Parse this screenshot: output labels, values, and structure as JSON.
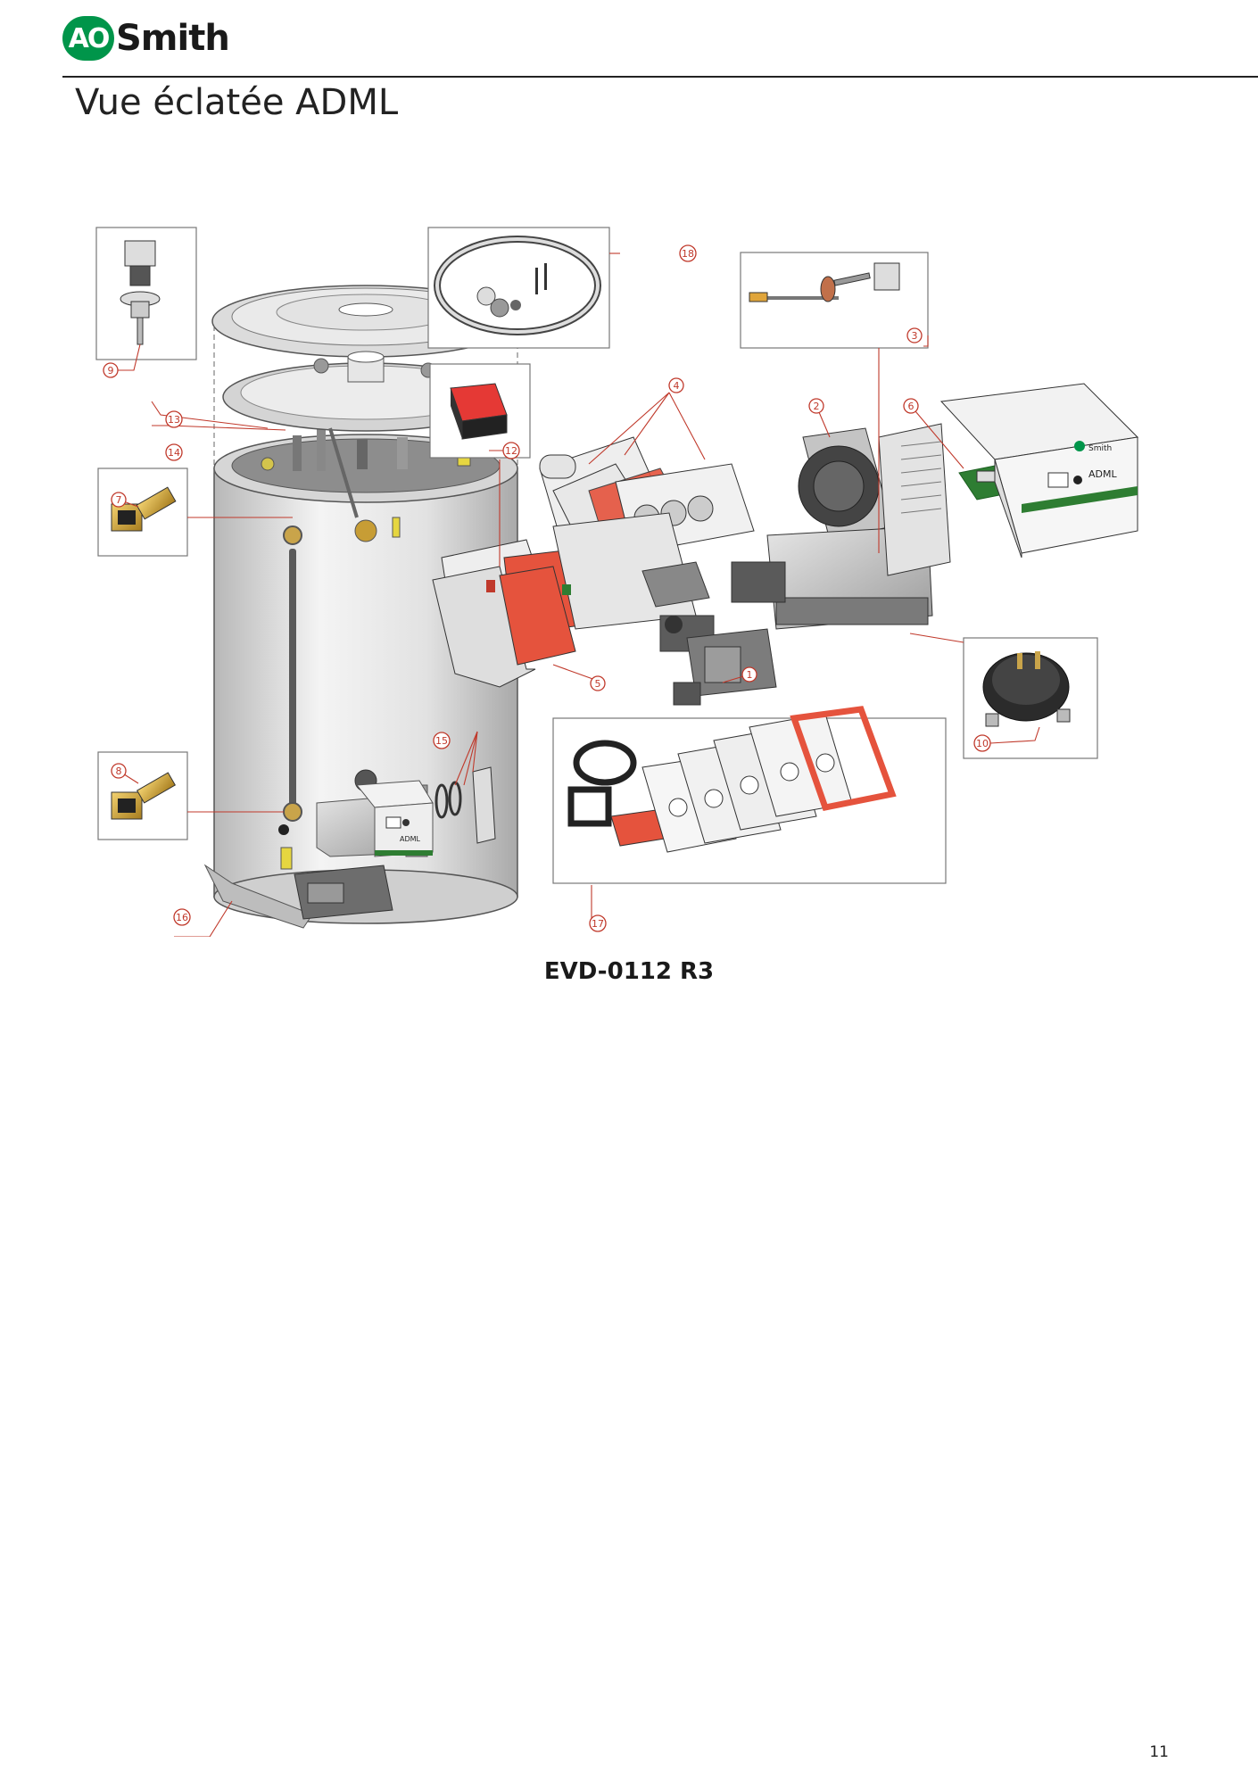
{
  "header": {
    "brand_ao": "AO",
    "brand_smith": "Smith",
    "title": "Vue éclatée ADML"
  },
  "diagram": {
    "callouts": [
      "1",
      "2",
      "3",
      "4",
      "5",
      "6",
      "7",
      "8",
      "9",
      "10",
      "12",
      "13",
      "14",
      "15",
      "16",
      "17",
      "18"
    ],
    "panel_label": "ADML",
    "panel_brand": "Smith",
    "colors": {
      "gasket": "#e5533d",
      "board": "#2e7d32",
      "accent": "#c0392b"
    }
  },
  "footer": {
    "drawing_code": "EVD-0112 R3",
    "page_number": "11"
  }
}
